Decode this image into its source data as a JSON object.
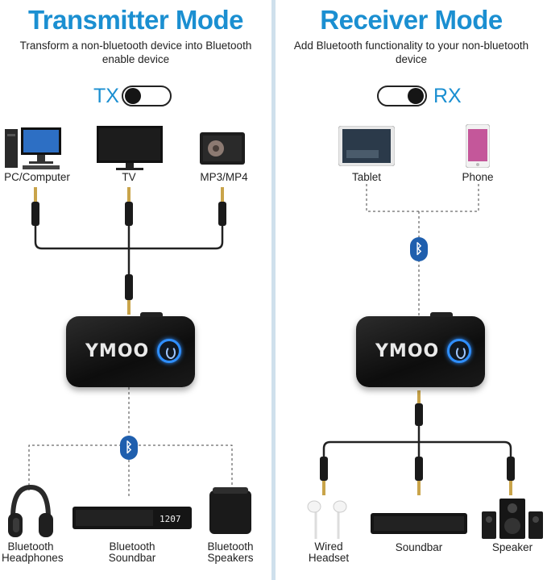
{
  "transmitter": {
    "title": "Transmitter Mode",
    "subtitle": "Transform a non-bluetooth device into Bluetooth enable device",
    "mode_label": "TX",
    "sources": [
      {
        "label": "PC/Computer",
        "icon": "computer-icon"
      },
      {
        "label": "TV",
        "icon": "tv-icon"
      },
      {
        "label": "MP3/MP4",
        "icon": "mp3-player-icon"
      }
    ],
    "outputs": [
      {
        "label_line1": "Bluetooth",
        "label_line2": "Headphones",
        "icon": "headphones-icon"
      },
      {
        "label_line1": "Bluetooth",
        "label_line2": "Soundbar",
        "icon": "soundbar-icon"
      },
      {
        "label_line1": "Bluetooth",
        "label_line2": "Speakers",
        "icon": "speaker-icon"
      }
    ],
    "device_logo": "YMOO",
    "bluetooth_symbol": "ᛒ"
  },
  "receiver": {
    "title": "Receiver Mode",
    "subtitle": "Add Bluetooth functionality to your non-bluetooth device",
    "mode_label": "RX",
    "sources": [
      {
        "label": "Tablet",
        "icon": "tablet-icon"
      },
      {
        "label": "Phone",
        "icon": "phone-icon"
      }
    ],
    "outputs": [
      {
        "label_line1": "Wired",
        "label_line2": "Headset",
        "icon": "earphones-icon"
      },
      {
        "label_line1": "Soundbar",
        "label_line2": "",
        "icon": "soundbar-icon"
      },
      {
        "label_line1": "Speaker",
        "label_line2": "",
        "icon": "speaker-system-icon"
      }
    ],
    "device_logo": "YMOO",
    "bluetooth_symbol": "ᛒ"
  },
  "colors": {
    "accent": "#1b8fd1",
    "bluetooth_badge": "#1f5fae",
    "divider": "#cfe0ec",
    "device_body": "#151515",
    "button_glow": "#2f8fff"
  }
}
